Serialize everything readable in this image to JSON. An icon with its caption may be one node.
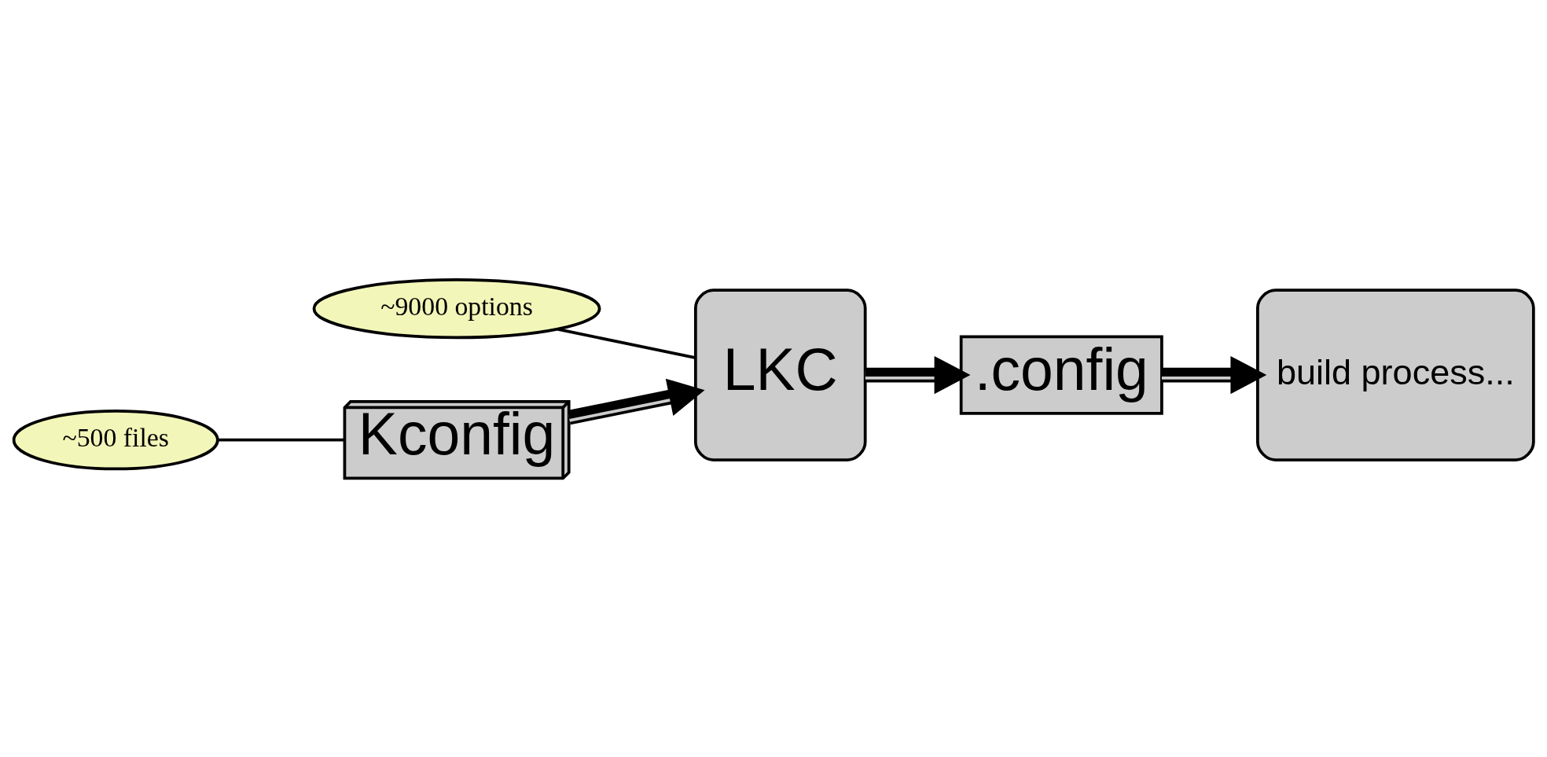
{
  "diagram": {
    "nodes": [
      {
        "text": [
          "Kconfig"
        ]
      },
      {
        "text": [
          "~500 files"
        ]
      },
      {
        "text": [
          "LKC"
        ]
      },
      {
        "text": [
          "~9000 options"
        ]
      },
      {
        "text": [
          ".config"
        ]
      },
      {
        "text": [
          "build process..."
        ]
      }
    ],
    "edges": [
      {
        "from": 1,
        "to": 0,
        "arrow": "none"
      },
      {
        "from": 0,
        "to": 2,
        "arrow": "to"
      },
      {
        "from": 3,
        "to": 2,
        "arrow": "none"
      },
      {
        "from": 2,
        "to": 4,
        "arrow": "to"
      },
      {
        "from": 4,
        "to": 5,
        "arrow": "to"
      }
    ]
  }
}
